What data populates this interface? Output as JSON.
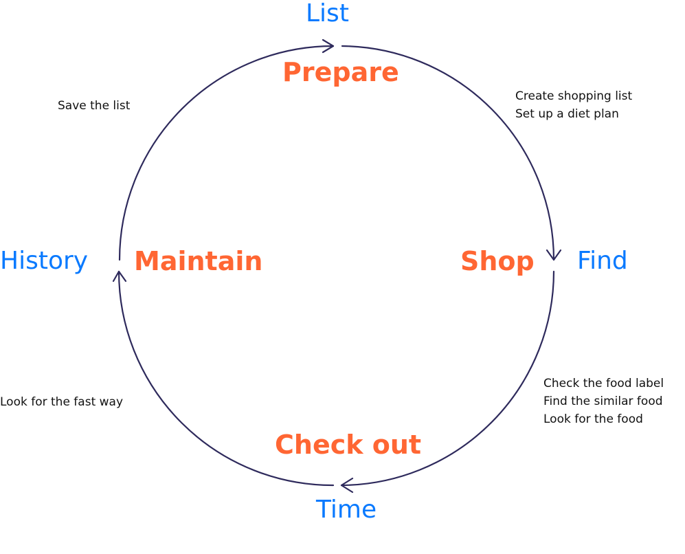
{
  "colors": {
    "stage": "#FF6633",
    "keyword": "#0A7AFF",
    "cycle_line": "#2E2A5C",
    "note_text": "#111111"
  },
  "stages": {
    "prepare": "Prepare",
    "shop": "Shop",
    "check_out": "Check out",
    "maintain": "Maintain"
  },
  "keywords": {
    "top": "List",
    "right": "Find",
    "bottom": "Time",
    "left": "History"
  },
  "notes": {
    "top_right": [
      "Create shopping list",
      "Set up a diet plan"
    ],
    "bottom_right": [
      "Check the food label",
      "Find the similar food",
      "Look for the food"
    ],
    "bottom_left": [
      "Look for the fast way"
    ],
    "top_left": [
      "Save the list"
    ]
  }
}
